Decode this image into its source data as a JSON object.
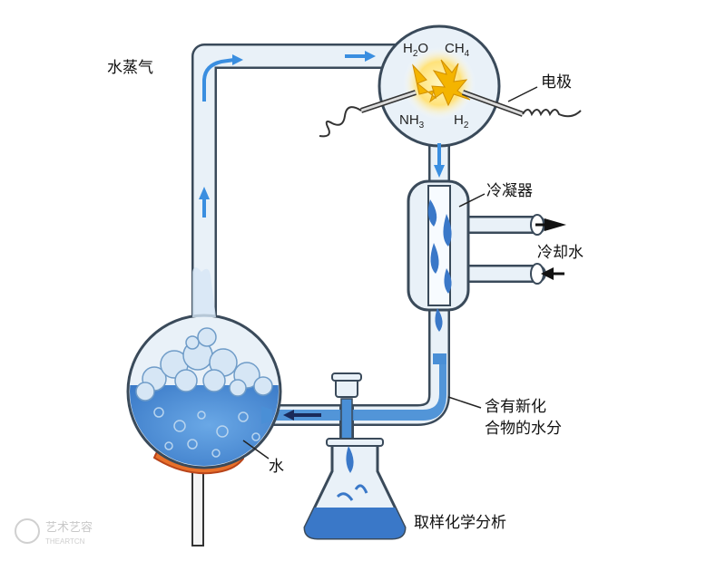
{
  "labels": {
    "water_vapor": "水蒸气",
    "electrode": "电极",
    "condenser": "冷凝器",
    "cooling_water": "冷却水",
    "new_compounds_line1": "含有新化",
    "new_compounds_line2": "合物的水分",
    "water": "水",
    "sampling": "取样化学分析"
  },
  "gases": {
    "h2o": {
      "base": "H",
      "sub": "2",
      "tail": "O"
    },
    "ch4": {
      "base": "CH",
      "sub": "4"
    },
    "nh3": {
      "base": "NH",
      "sub": "3"
    },
    "h2": {
      "base": "H",
      "sub": "2"
    }
  },
  "watermark": {
    "text": "艺术艺容",
    "subtext": "THEARTCN"
  },
  "colors": {
    "glass_fill": "#e9f1f8",
    "glass_stroke": "#3a4a5a",
    "water": "#4a8fd6",
    "water_dark": "#2f6fc0",
    "arrow_blue": "#3a8ee0",
    "spark": "#f4b400",
    "flame": "#e8702a"
  }
}
